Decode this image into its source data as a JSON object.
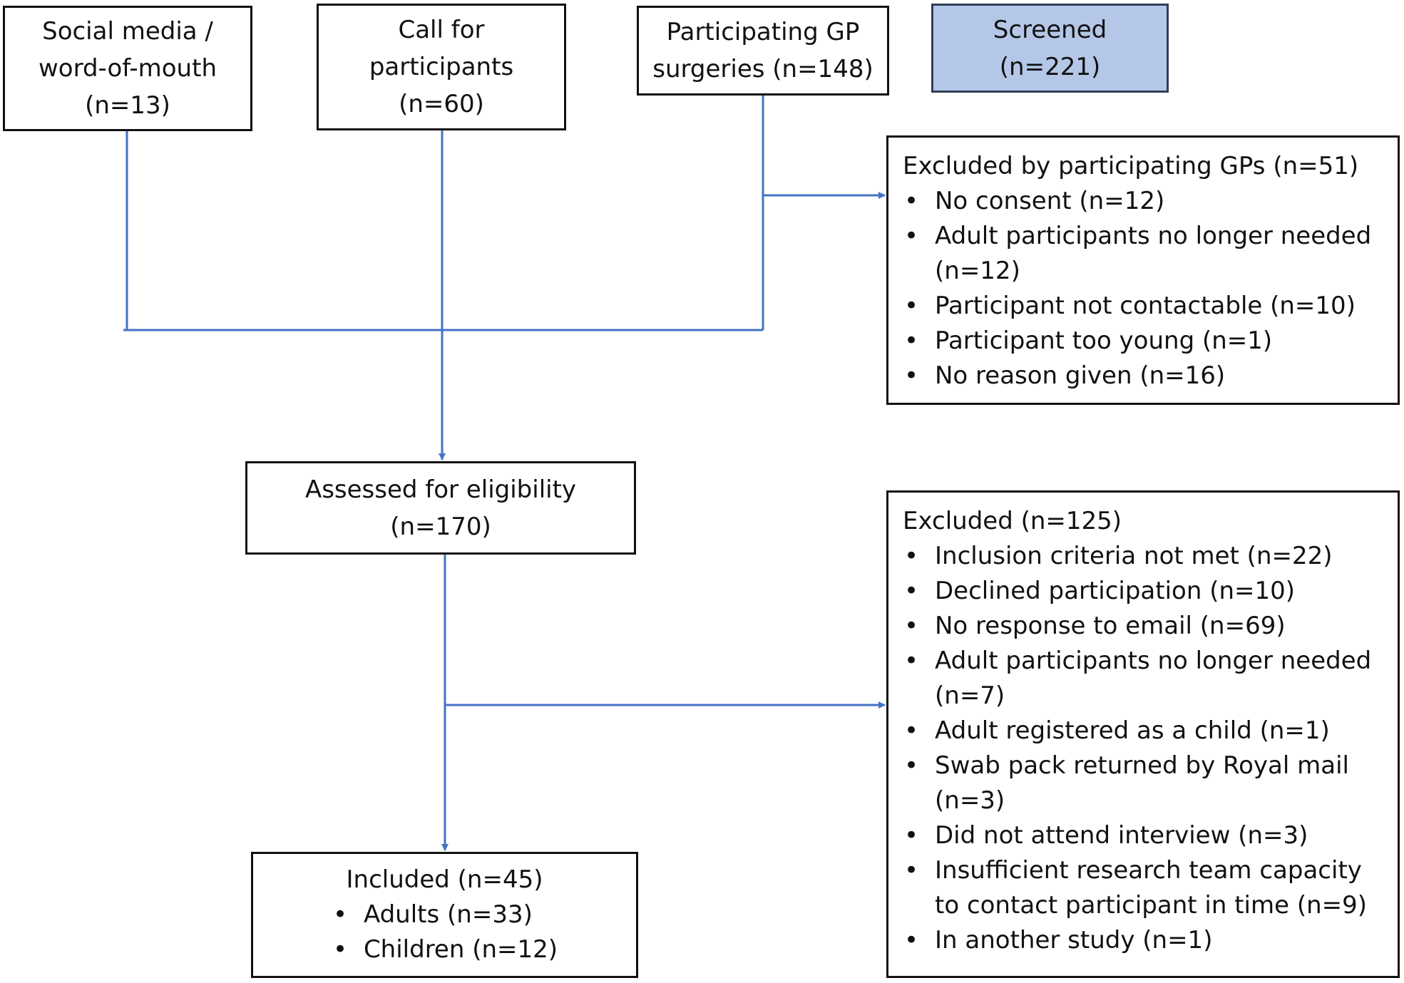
{
  "sources": [
    {
      "lines": [
        "Social media /",
        "word-of-mouth",
        "(n=13)"
      ]
    },
    {
      "lines": [
        "Call for",
        "participants",
        "(n=60)"
      ]
    },
    {
      "lines": [
        "Participating GP",
        "surgeries (n=148)"
      ]
    }
  ],
  "screened": {
    "lines": [
      "Screened",
      "(n=221)"
    ],
    "fill": "#b4c7e7"
  },
  "excluded_gp": {
    "title": "Excluded by participating GPs (n=51)",
    "items": [
      "No consent (n=12)",
      "Adult participants no longer needed (n=12)",
      "Participant not contactable (n=10)",
      "Participant too young (n=1)",
      "No reason given (n=16)"
    ]
  },
  "assessed": {
    "lines": [
      "Assessed for eligibility",
      "(n=170)"
    ]
  },
  "excluded": {
    "title": "Excluded (n=125)",
    "items": [
      "Inclusion criteria not met (n=22)",
      "Declined participation (n=10)",
      "No response to email (n=69)",
      "Adult participants no longer needed (n=7)",
      "Adult registered as a child (n=1)",
      "Swab pack returned by Royal mail (n=3)",
      "Did not attend interview (n=3)",
      "Insufficient research team capacity to contact participant in time (n=9)",
      "In another study (n=1)"
    ]
  },
  "included": {
    "title": "Included (n=45)",
    "items": [
      "Adults (n=33)",
      "Children (n=12)"
    ]
  },
  "colors": {
    "connector": "#4472c4",
    "border": "#111111"
  }
}
